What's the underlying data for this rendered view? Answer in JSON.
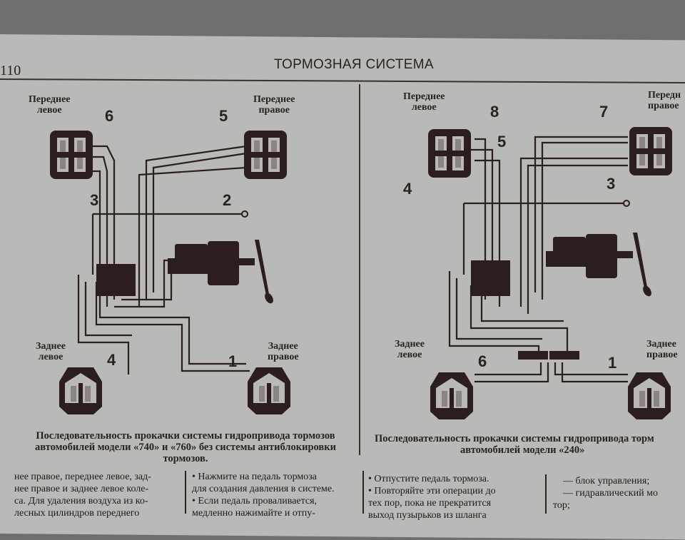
{
  "header": {
    "page_number": "110",
    "title": "ТОРМОЗНАЯ СИСТЕМА"
  },
  "left_diagram": {
    "labels": {
      "front_left": [
        "Переднее",
        "левое"
      ],
      "front_right": [
        "Переднее",
        "правое"
      ],
      "rear_left": [
        "Заднее",
        "левое"
      ],
      "rear_right": [
        "Заднее",
        "правое"
      ]
    },
    "bleed_order": {
      "front_left_top": "6",
      "front_left_bottom": "3",
      "front_right_top": "5",
      "front_right_bottom": "2",
      "rear_left": "4",
      "rear_right": "1"
    },
    "caption": [
      "Последовательность прокачки системы гидропривода тормозов",
      "автомобилей модели «740» и «760» без системы антиблокировки",
      "тормозов."
    ]
  },
  "right_diagram": {
    "labels": {
      "front_left": [
        "Переднее",
        "левое"
      ],
      "front_right": [
        "Передн",
        "правое"
      ],
      "rear_left": [
        "Заднее",
        "левое"
      ],
      "rear_right": [
        "Заднее",
        "правое"
      ]
    },
    "bleed_order": {
      "front_left_top": "8",
      "front_left_inner": "5",
      "front_left_outer": "4",
      "front_right_top": "7",
      "front_right_inner": "3",
      "rear_left": "6",
      "rear_right": "1"
    },
    "caption": [
      "Последовательность прокачки системы гидропривода торм",
      "автомобилей модели «240»"
    ]
  },
  "body_text": {
    "col1": [
      "нее правое, переднее левое, зад-",
      "нее правое и заднее левое коле-",
      "са. Для удаления воздуха из ко-",
      "лесных цилиндров переднего"
    ],
    "col2": [
      "• Нажмите на педаль тормоза",
      "для создания давления в системе.",
      "• Если педаль проваливается,",
      "медленно нажимайте и отпу-"
    ],
    "col3": [
      "• Отпустите педаль тормоза.",
      "• Повторяйте эти операции до",
      "тех пор, пока не прекратится",
      "выход пузырьков из шланга"
    ],
    "col4": [
      "— блок управления;",
      "— гидравлический мо",
      "тор;"
    ]
  }
}
